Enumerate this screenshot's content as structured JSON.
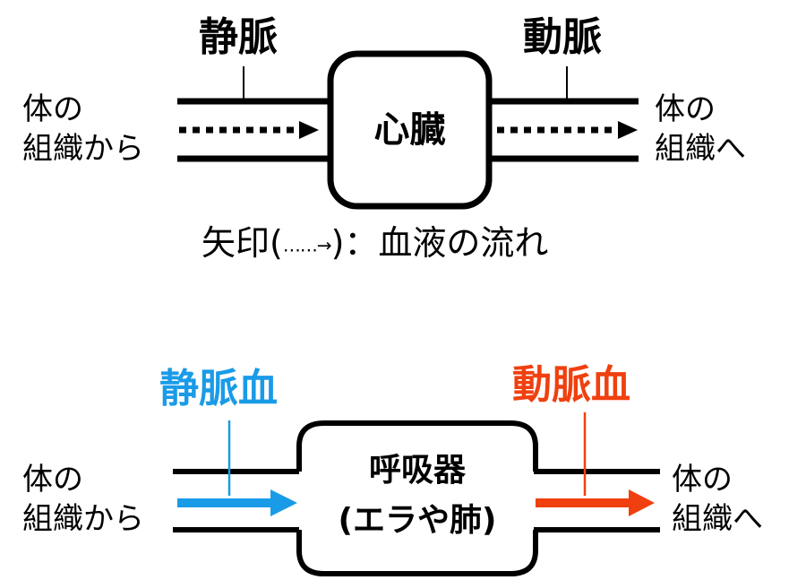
{
  "colors": {
    "line": "#000000",
    "venous_blood": "#1a9be8",
    "arterial_blood": "#f0400f"
  },
  "top_diagram": {
    "vein_label": "静脈",
    "artery_label": "動脈",
    "left_source": [
      "体の",
      "組織から"
    ],
    "right_target": [
      "体の",
      "組織へ"
    ],
    "organ_label": "心臓",
    "legend": {
      "prefix": "矢印(",
      "arrow_symbol": "……→",
      "suffix": ")：血液の流れ"
    }
  },
  "bottom_diagram": {
    "venous_blood_label": "静脈血",
    "arterial_blood_label": "動脈血",
    "left_source": [
      "体の",
      "組織から"
    ],
    "right_target": [
      "体の",
      "組織へ"
    ],
    "organ_label_line1": "呼吸器",
    "organ_label_line2": "(エラや肺)"
  }
}
